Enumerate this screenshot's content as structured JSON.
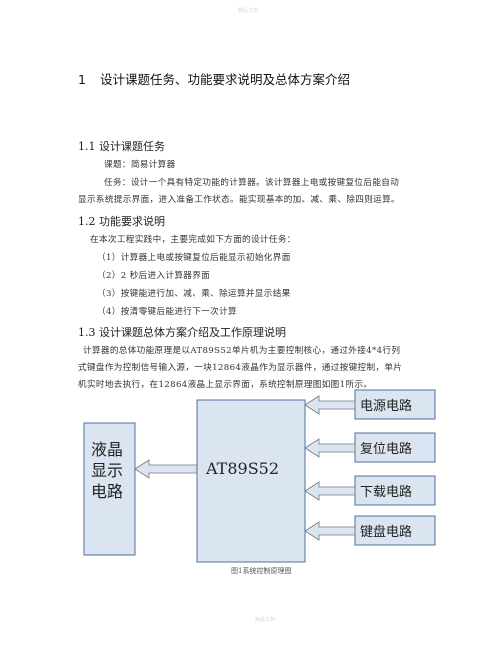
{
  "watermark_top": "精品文档",
  "watermark_bottom": "精品文档",
  "heading1": {
    "number": "1",
    "text": "设计课题任务、功能要求说明及总体方案介绍"
  },
  "s11": {
    "title": "1.1 设计课题任务",
    "line1": "课题：简易计算器",
    "line2": "任务：设计一个具有特定功能的计算器。该计算器上电或按键复位后能自动",
    "line3": "显示系统提示界面，进入准备工作状态。能实现基本的加、减、乘、除四则运算。"
  },
  "s12": {
    "title": "1.2 功能要求说明",
    "intro": "在本次工程实践中，主要完成如下方面的设计任务：",
    "items": [
      "（1）计算器上电或按键复位后能显示初始化界面",
      "（2）2 秒后进入计算器界面",
      "（3）按键能进行加、减、乘、除运算并显示结果",
      "（4）按清零键后能进行下一次计算"
    ]
  },
  "s13": {
    "title": "1.3 设计课题总体方案介绍及工作原理说明",
    "line1": "计算器的总体功能原理是以AT89S52单片机为主要控制核心，通过外接4*4行列",
    "line2": "式键盘作为控制信号输入源，一块12864液晶作为显示器件，通过按键控制，单片",
    "line3": "机实时地去执行，在12864液晶上显示界面，系统控制原理图如图1所示。"
  },
  "diagram": {
    "lcd_lines": [
      "液晶",
      "显示",
      "电路"
    ],
    "mcu": "AT89S52",
    "blocks": [
      "电源电路",
      "复位电路",
      "下载电路",
      "键盘电路"
    ],
    "caption": "图1系统控制原理图"
  },
  "colors": {
    "box_fill": "#dbe5f1",
    "box_stroke": "#4f6f9f",
    "arrow_fill": "#dbe5f1",
    "arrow_stroke": "#777777"
  }
}
